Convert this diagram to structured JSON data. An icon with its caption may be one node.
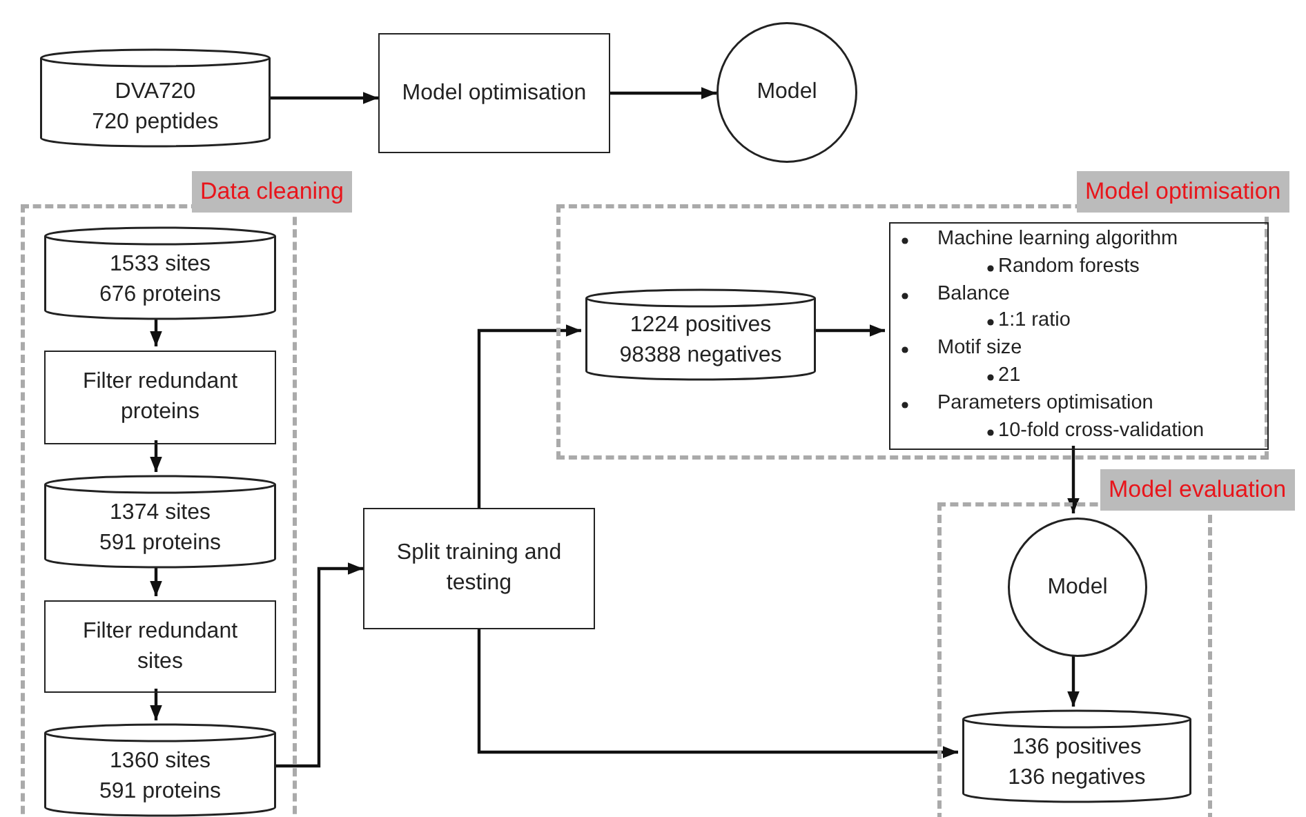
{
  "diagram": {
    "nodes": [
      {
        "text": [
          "DVA720",
          "720 peptides"
        ]
      },
      {
        "text": [
          "Model optimisation"
        ]
      },
      {
        "text": [
          "Model"
        ]
      },
      {
        "text": [
          "Data cleaning"
        ]
      },
      {
        "text": [
          "1533 sites",
          "676 proteins"
        ],
        "in": 3
      },
      {
        "text": [
          "Filter redundant proteins"
        ],
        "in": 3
      },
      {
        "text": [
          "1374 sites",
          "591 proteins"
        ],
        "in": 3
      },
      {
        "text": [
          "Filter redundant sites"
        ],
        "in": 3
      },
      {
        "text": [
          "1360 sites",
          "591 proteins"
        ],
        "in": 3
      },
      {
        "text": [
          "Split training and testing"
        ]
      },
      {
        "text": [
          "Model optimisation"
        ]
      },
      {
        "text": [
          "1224 positives",
          "98388 negatives"
        ],
        "in": 10
      },
      {
        "text": [
          "Machine learning algorithm",
          "Random forests",
          "Balance",
          "1:1 ratio",
          "Motif size",
          "21",
          "Parameters optimisation",
          "10-fold cross-validation"
        ],
        "in": 10
      },
      {
        "text": [
          "Model evaluation"
        ]
      },
      {
        "text": [
          "Model"
        ],
        "in": 13
      },
      {
        "text": [
          "136 positives",
          "136 negatives"
        ],
        "in": 13
      }
    ],
    "edges": [
      {
        "from": 0,
        "to": 1,
        "arrow": "to"
      },
      {
        "from": 1,
        "to": 2,
        "arrow": "to"
      },
      {
        "from": 4,
        "to": 5,
        "arrow": "to"
      },
      {
        "from": 5,
        "to": 6,
        "arrow": "to"
      },
      {
        "from": 6,
        "to": 7,
        "arrow": "to"
      },
      {
        "from": 7,
        "to": 8,
        "arrow": "to"
      },
      {
        "from": 8,
        "to": 9,
        "arrow": "to"
      },
      {
        "from": 9,
        "to": 11,
        "arrow": "to"
      },
      {
        "from": 11,
        "to": 12,
        "arrow": "to"
      },
      {
        "from": 12,
        "to": 14,
        "arrow": "to"
      },
      {
        "from": 14,
        "to": 15,
        "arrow": "to"
      },
      {
        "from": 9,
        "to": 15,
        "arrow": "to"
      }
    ]
  }
}
